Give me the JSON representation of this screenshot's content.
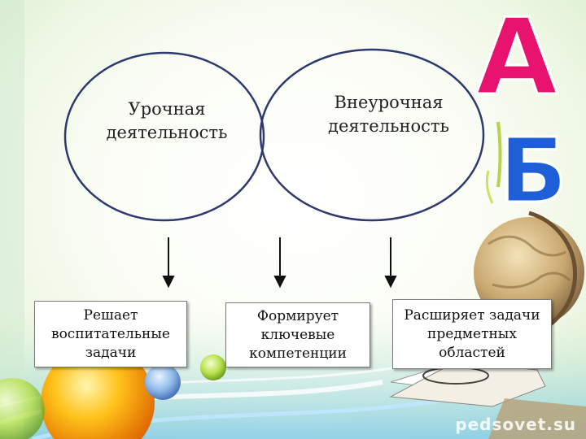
{
  "circles": {
    "left_label": "Урочная деятельность",
    "right_label": "Внеурочная деятельность"
  },
  "letters": {
    "a": "А",
    "b": "Б"
  },
  "boxes": [
    {
      "text": "Решает воспитательные задачи"
    },
    {
      "text": "Формирует ключевые компетенции"
    },
    {
      "text": "Расширяет задачи предметных областей"
    }
  ],
  "watermark": "pedsovet.su",
  "colors": {
    "circle": "#2e3a6e",
    "letter_a": "#e8136e",
    "letter_b": "#1e5fd8"
  }
}
